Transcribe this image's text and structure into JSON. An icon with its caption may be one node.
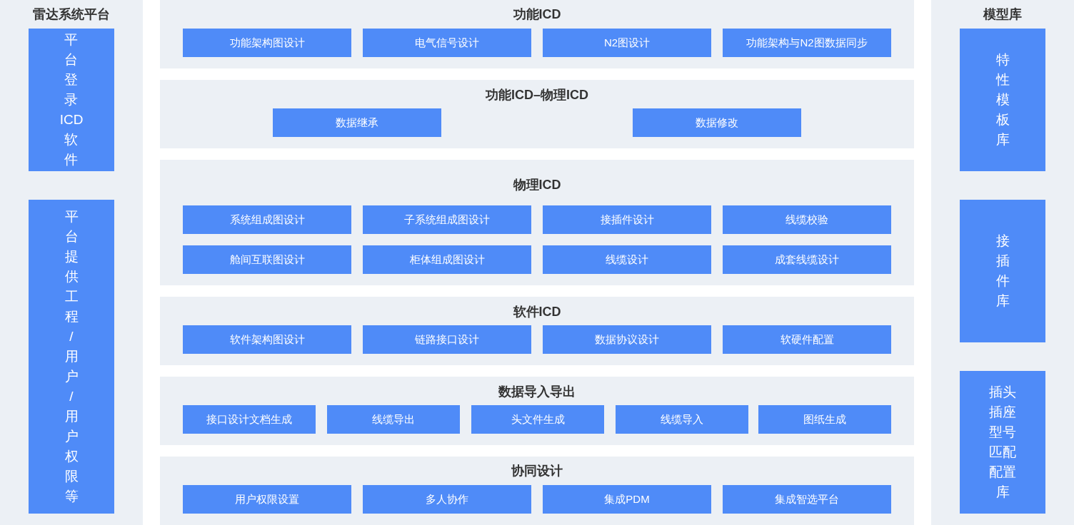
{
  "diagram": {
    "nodes": [
      {
        "text": [
          "雷达系统平台"
        ]
      },
      {
        "text": [
          "平台登录ICD软件"
        ],
        "in": 0
      },
      {
        "text": [
          "平台提供工程/用户/用户权限等"
        ],
        "in": 0
      },
      {
        "text": [
          "功能ICD"
        ]
      },
      {
        "text": [
          "功能架构图设计"
        ],
        "in": 3
      },
      {
        "text": [
          "电气信号设计"
        ],
        "in": 3
      },
      {
        "text": [
          "N2图设计"
        ],
        "in": 3
      },
      {
        "text": [
          "功能架构与N2图数据同步"
        ],
        "in": 3
      },
      {
        "text": [
          "功能ICD–物理ICD"
        ]
      },
      {
        "text": [
          "数据继承"
        ],
        "in": 8
      },
      {
        "text": [
          "数据修改"
        ],
        "in": 8
      },
      {
        "text": [
          "物理ICD"
        ]
      },
      {
        "text": [
          "系统组成图设计"
        ],
        "in": 11
      },
      {
        "text": [
          "子系统组成图设计"
        ],
        "in": 11
      },
      {
        "text": [
          "接插件设计"
        ],
        "in": 11
      },
      {
        "text": [
          "线缆校验"
        ],
        "in": 11
      },
      {
        "text": [
          "舱间互联图设计"
        ],
        "in": 11
      },
      {
        "text": [
          "柜体组成图设计"
        ],
        "in": 11
      },
      {
        "text": [
          "线缆设计"
        ],
        "in": 11
      },
      {
        "text": [
          "成套线缆设计"
        ],
        "in": 11
      },
      {
        "text": [
          "软件ICD"
        ]
      },
      {
        "text": [
          "软件架构图设计"
        ],
        "in": 20
      },
      {
        "text": [
          "链路接口设计"
        ],
        "in": 20
      },
      {
        "text": [
          "数据协议设计"
        ],
        "in": 20
      },
      {
        "text": [
          "软硬件配置"
        ],
        "in": 20
      },
      {
        "text": [
          "数据导入导出"
        ]
      },
      {
        "text": [
          "接口设计文档生成"
        ],
        "in": 25
      },
      {
        "text": [
          "线缆导出"
        ],
        "in": 25
      },
      {
        "text": [
          "头文件生成"
        ],
        "in": 25
      },
      {
        "text": [
          "线缆导入"
        ],
        "in": 25
      },
      {
        "text": [
          "图纸生成"
        ],
        "in": 25
      },
      {
        "text": [
          "协同设计"
        ]
      },
      {
        "text": [
          "用户权限设置"
        ],
        "in": 31
      },
      {
        "text": [
          "多人协作"
        ],
        "in": 31
      },
      {
        "text": [
          "集成PDM"
        ],
        "in": 31
      },
      {
        "text": [
          "集成智选平台"
        ],
        "in": 31
      },
      {
        "text": [
          "模型库"
        ]
      },
      {
        "text": [
          "特性模板库"
        ],
        "in": 36
      },
      {
        "text": [
          "接插件库"
        ],
        "in": 36
      },
      {
        "text": [
          "插头插座型号匹配配置库"
        ],
        "in": 36
      }
    ]
  }
}
